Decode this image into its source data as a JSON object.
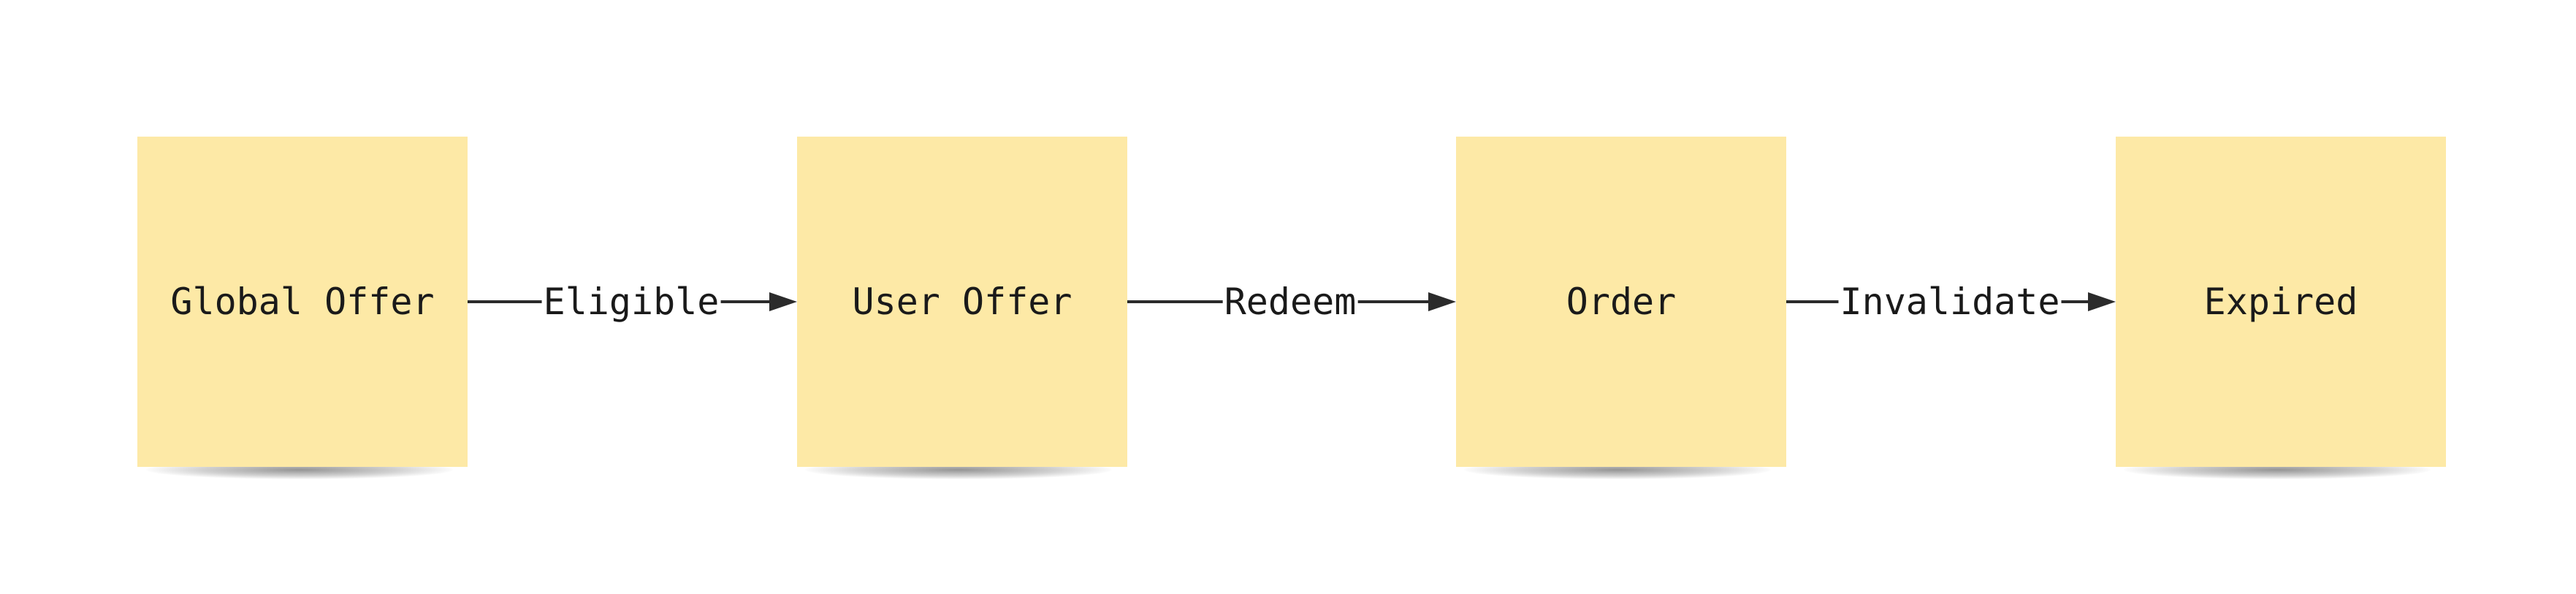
{
  "diagram": {
    "nodes": [
      {
        "id": "global-offer",
        "label": "Global Offer"
      },
      {
        "id": "user-offer",
        "label": "User Offer"
      },
      {
        "id": "order",
        "label": "Order"
      },
      {
        "id": "expired",
        "label": "Expired"
      }
    ],
    "edges": [
      {
        "from": "global-offer",
        "to": "user-offer",
        "label": "Eligible"
      },
      {
        "from": "user-offer",
        "to": "order",
        "label": "Redeem"
      },
      {
        "from": "order",
        "to": "expired",
        "label": "Invalidate"
      }
    ]
  },
  "colors": {
    "note_fill": "#fde9a6",
    "connector": "#2b2b2b",
    "text": "#1a1a1a",
    "background": "#ffffff"
  }
}
